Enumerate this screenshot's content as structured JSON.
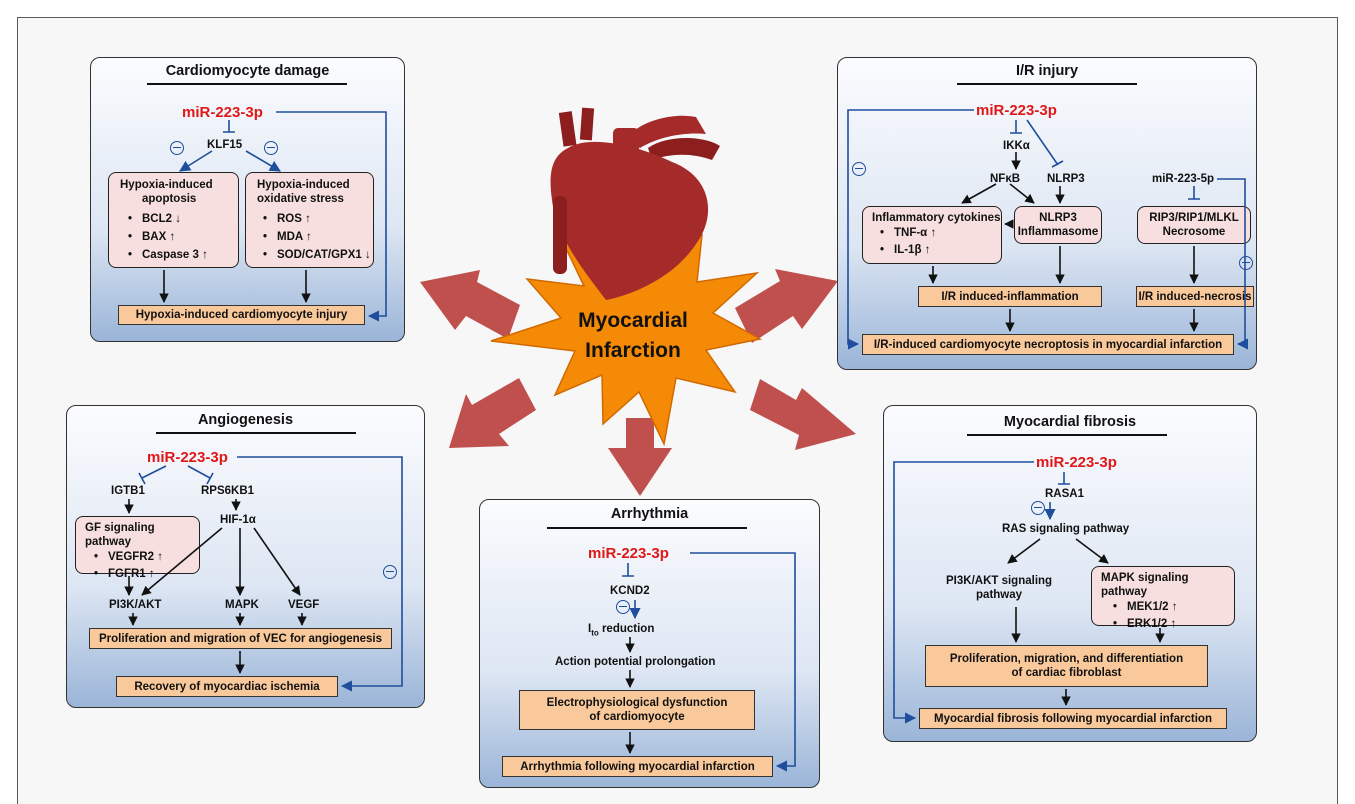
{
  "center": {
    "line1": "Myocardial",
    "line2": "Infarction"
  },
  "mirna": "miR-223-3p",
  "cardio": {
    "title": "Cardiomyocyte damage",
    "target": "KLF15",
    "box1": {
      "title_a": "Hypoxia-induced",
      "title_b": "apoptosis",
      "items": [
        "BCL2 ↓",
        "BAX ↑",
        "Caspase 3 ↑"
      ]
    },
    "box2": {
      "title_a": "Hypoxia-induced",
      "title_b": "oxidative stress",
      "items": [
        "ROS ↑",
        "MDA ↑",
        "SOD/CAT/GPX1 ↓"
      ]
    },
    "outcome": "Hypoxia-induced cardiomyocyte injury"
  },
  "ir": {
    "title": "I/R injury",
    "ikk": "IKKα",
    "nfkb": "NFκB",
    "nlrp3": "NLRP3",
    "mir5p": "miR-223-5p",
    "cyto": {
      "title": "Inflammatory cytokines",
      "items": [
        "TNF-α ↑",
        "IL-1β ↑"
      ]
    },
    "inflammasome_a": "NLRP3",
    "inflammasome_b": "Inflammasome",
    "necrosome_a": "RIP3/RIP1/MLKL",
    "necrosome_b": "Necrosome",
    "inflammation": "I/R induced-inflammation",
    "necrosis": "I/R induced-necrosis",
    "outcome": "I/R-induced cardiomyocyte necroptosis in myocardial infarction"
  },
  "angio": {
    "title": "Angiogenesis",
    "igtb1": "IGTB1",
    "rps6kb1": "RPS6KB1",
    "hif": "HIF-1α",
    "gf": {
      "title": "GF signaling pathway",
      "items": [
        "VEGFR2 ↑",
        "FGFR1 ↑"
      ]
    },
    "pi3k": "PI3K/AKT",
    "mapk": "MAPK",
    "vegf": "VEGF",
    "prolif": "Proliferation and migration of VEC for angiogenesis",
    "outcome": "Recovery of myocardiac ischemia"
  },
  "arrhythmia": {
    "title": "Arrhythmia",
    "kcnd2": "KCND2",
    "ito": "I",
    "ito_sub": "to",
    "ito_rest": " reduction",
    "ap": "Action potential prolongation",
    "electro_a": "Electrophysiological dysfunction",
    "electro_b": "of cardiomyocyte",
    "outcome": "Arrhythmia following myocardial infarction"
  },
  "fibrosis": {
    "title": "Myocardial fibrosis",
    "rasa1": "RASA1",
    "ras": "RAS signaling pathway",
    "pi3k_a": "PI3K/AKT signaling",
    "pi3k_b": "pathway",
    "mapk": {
      "title": "MAPK signaling pathway",
      "items": [
        "MEK1/2 ↑",
        "ERK1/2 ↑"
      ]
    },
    "prolif_a": "Proliferation, migration, and differentiation",
    "prolif_b": "of  cardiac fibroblast",
    "outcome": "Myocardial fibrosis following myocardial infarction"
  },
  "colors": {
    "mirna": "#e01818",
    "arrow_blue": "#1f4e9c",
    "big_arrow": "#c0504d",
    "star": "#f58a07",
    "heart": "#a52a2a",
    "orange_box": "#f9c99b",
    "pink_box": "#f6dfde"
  }
}
